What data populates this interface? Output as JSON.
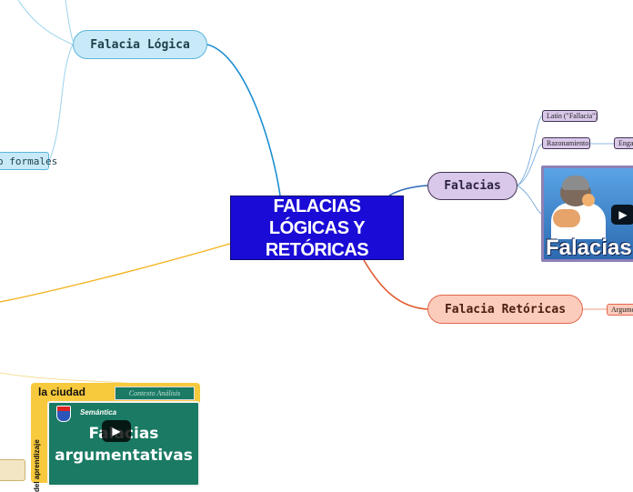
{
  "central": {
    "title": "FALACIAS LÓGICAS Y RETÓRICAS"
  },
  "nodes": {
    "logica": "Falacia Lógica",
    "formales": "o formales",
    "falacias": "Falacias",
    "retoricas": "Falacia Retóricas",
    "latin": "Latín (\"Fallacia\")",
    "razonamiento": "Razonamiento",
    "engano": "Engaño",
    "argumento": "Argumento"
  },
  "video1": {
    "title": "Falacias",
    "play_icon": "play-icon"
  },
  "card": {
    "city": "la ciudad",
    "tag": "Contexto Análisis",
    "side": "del aprendizaje",
    "semantica": "Semántica",
    "big_line1": "Falacias",
    "big_line2": "argumentativas"
  },
  "colors": {
    "central": "#1a0bd6",
    "logica": "#c8e9f8",
    "falacias": "#d9c8ea",
    "retoricas": "#fbcbbc",
    "card": "#f7c93c"
  }
}
